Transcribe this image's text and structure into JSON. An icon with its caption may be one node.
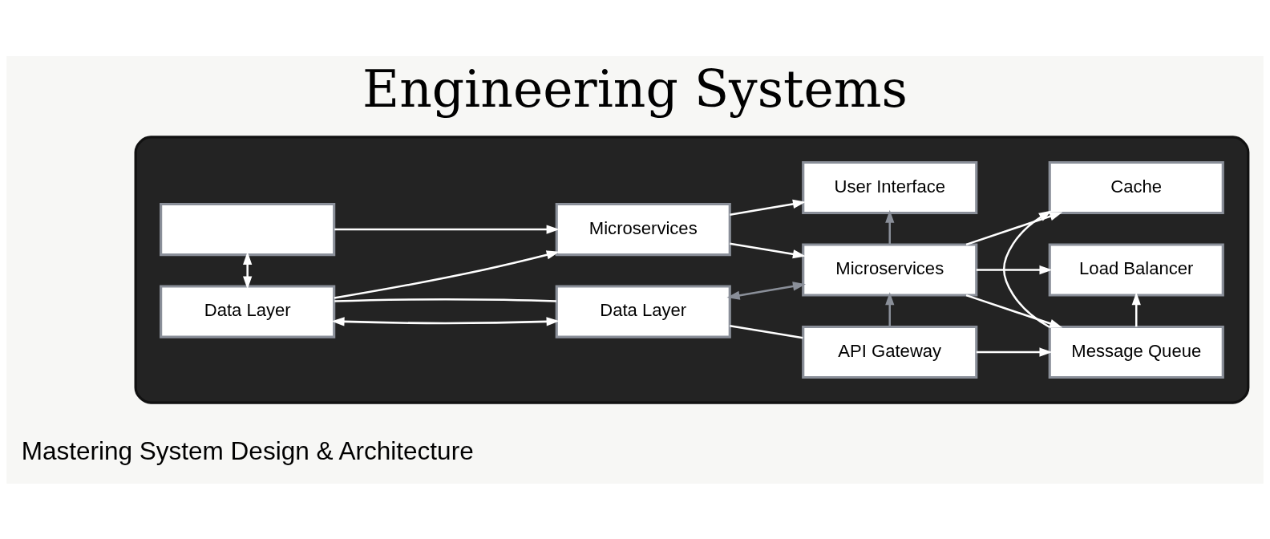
{
  "diagram": {
    "title": "Engineering Systems",
    "nodes": [
      {
        "text": [],
        "shape": "box"
      },
      {
        "text": [
          "Data Layer"
        ],
        "in": 0
      },
      {
        "text": [
          "API Gateway"
        ],
        "in": 0
      },
      {
        "text": [
          "Load Balancer"
        ],
        "in": 0
      },
      {
        "text": [
          "Data Layer"
        ],
        "in": 0
      },
      {
        "text": [
          "Microservices"
        ],
        "in": 0
      },
      {
        "text": [
          "Message Queue"
        ],
        "in": 0
      },
      {
        "text": [],
        "shape": "box",
        "in": 0
      },
      {
        "text": [
          "Microservices"
        ],
        "in": 0
      },
      {
        "text": [
          "Cache"
        ],
        "in": 0
      },
      {
        "text": [
          "User Interface"
        ],
        "in": 0
      }
    ],
    "edges": [
      {
        "from": 4,
        "to": 1,
        "arrow": "both"
      },
      {
        "from": 4,
        "to": 1,
        "arrow": "none"
      },
      {
        "from": 1,
        "to": 2,
        "arrow": "none"
      },
      {
        "from": 5,
        "to": 1,
        "arrow": "both",
        "color": "#8a8f99"
      },
      {
        "from": 4,
        "to": 8,
        "arrow": "to"
      },
      {
        "from": 4,
        "to": 7,
        "arrow": "both"
      },
      {
        "from": 7,
        "to": 8,
        "arrow": "to"
      },
      {
        "from": 8,
        "to": 5,
        "arrow": "to"
      },
      {
        "from": 8,
        "to": 10,
        "arrow": "to"
      },
      {
        "from": 2,
        "to": 5,
        "arrow": "to",
        "color": "#8a8f99"
      },
      {
        "from": 5,
        "to": 10,
        "arrow": "to",
        "color": "#8a8f99"
      },
      {
        "from": 2,
        "to": 6,
        "arrow": "to"
      },
      {
        "from": 5,
        "to": 6,
        "arrow": "to"
      },
      {
        "from": 5,
        "to": 3,
        "arrow": "to"
      },
      {
        "from": 5,
        "to": 9,
        "arrow": "to"
      },
      {
        "from": 6,
        "to": 3,
        "arrow": "to"
      },
      {
        "from": 6,
        "to": 9,
        "arrow": "to"
      }
    ],
    "labels": [
      "Mastering System Design & Architecture"
    ]
  }
}
